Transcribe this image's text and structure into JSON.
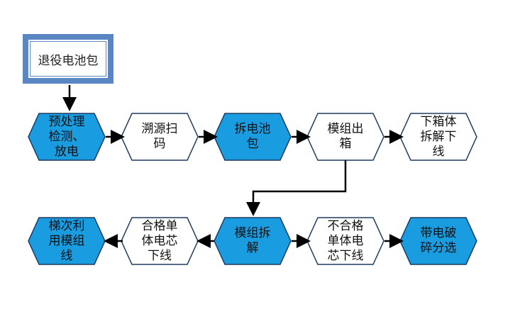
{
  "start": {
    "label": "退役电池包"
  },
  "row1": [
    {
      "id": "pretreat",
      "label": "预处理\n检测、\n放电",
      "fill": "#1a9ce0"
    },
    {
      "id": "trace",
      "label": "溯源扫\n码",
      "fill": "#ffffff"
    },
    {
      "id": "unpack",
      "label": "拆电池\n包",
      "fill": "#1a9ce0"
    },
    {
      "id": "module-out",
      "label": "模组出\n箱",
      "fill": "#ffffff"
    },
    {
      "id": "lower-box",
      "label": "下箱体\n拆解下\n线",
      "fill": "#ffffff"
    }
  ],
  "row2": [
    {
      "id": "cascade",
      "label": "梯次利\n用模组\n线",
      "fill": "#1a9ce0"
    },
    {
      "id": "qualified",
      "label": "合格单\n体电芯\n下线",
      "fill": "#ffffff"
    },
    {
      "id": "module-dis",
      "label": "模组拆\n解",
      "fill": "#1a9ce0"
    },
    {
      "id": "unqualified",
      "label": "不合格\n单体电\n芯下线",
      "fill": "#ffffff"
    },
    {
      "id": "crush",
      "label": "带电破\n碎分选",
      "fill": "#1a9ce0"
    }
  ],
  "colors": {
    "stroke": "#1f3a5f",
    "blue_fill": "#1a9ce0",
    "start_border": "#5a86c4",
    "arrow": "#000000"
  }
}
